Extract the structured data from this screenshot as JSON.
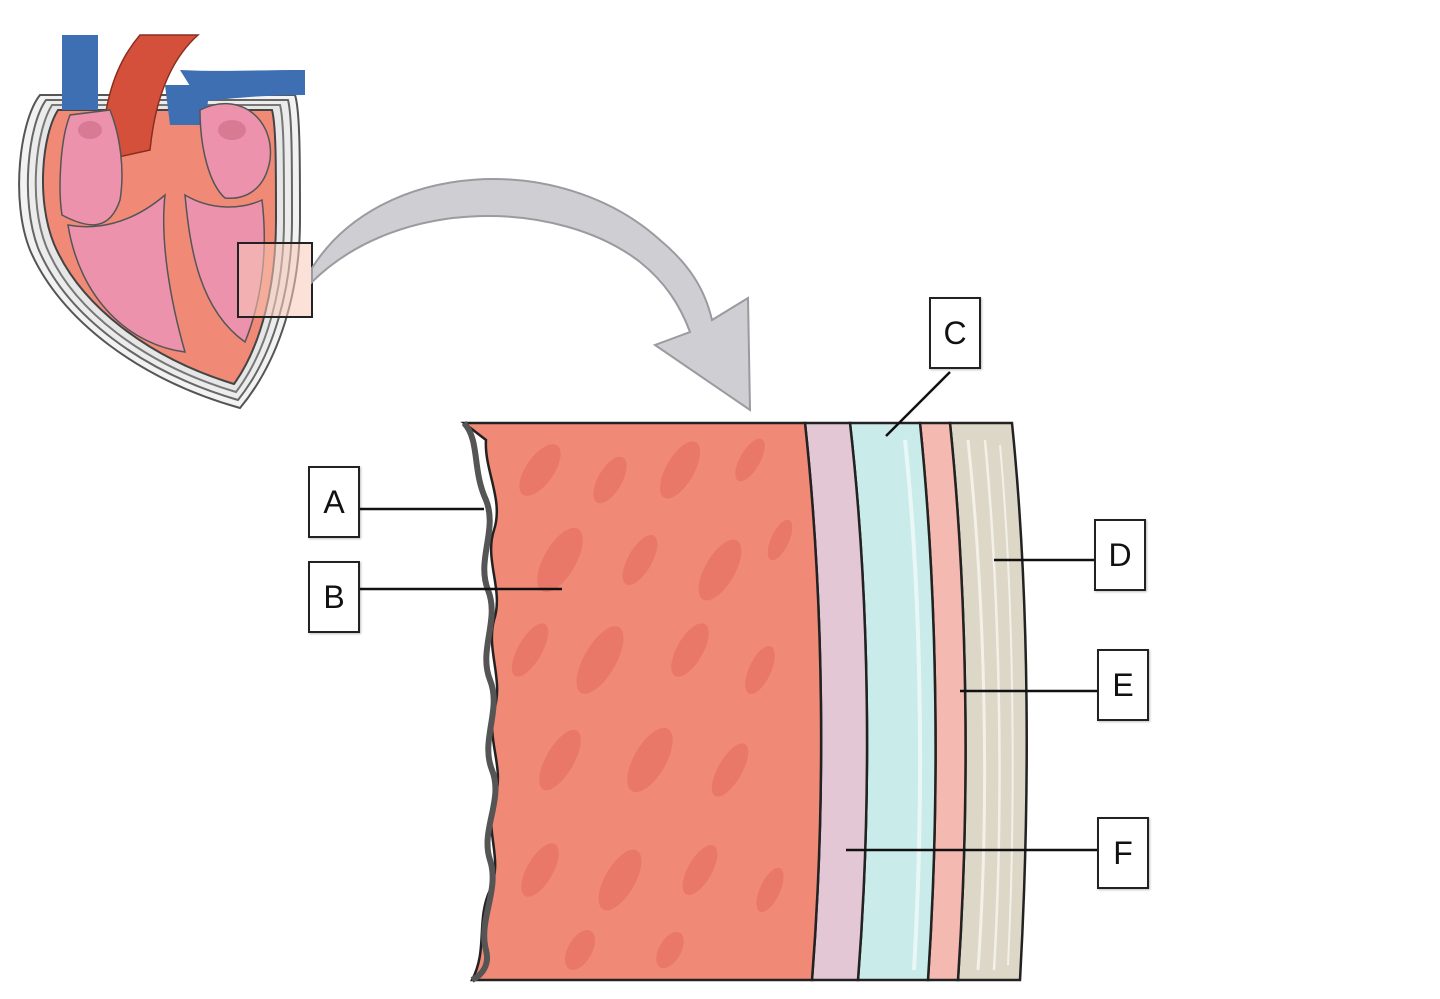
{
  "labels": {
    "a": "A",
    "b": "B",
    "c": "C",
    "d": "D",
    "e": "E",
    "f": "F"
  },
  "icons": {
    "heart": "heart-cross-section",
    "arrow": "curved-arrow"
  },
  "colors": {
    "myocardium": "#f08a77",
    "muscle_fiber": "#ea7666",
    "serous_layer": "#e3c7d4",
    "pericardial_cavity": "#c9ebea",
    "parietal_layer": "#f4b9b1",
    "fibrous_layer": "#ddd7c8",
    "vein_blue": "#3f6fb3",
    "aorta_red": "#d4503a",
    "chamber_pink": "#ec92ad",
    "arrow_gray": "#cfcfd3",
    "outline": "#222222"
  }
}
